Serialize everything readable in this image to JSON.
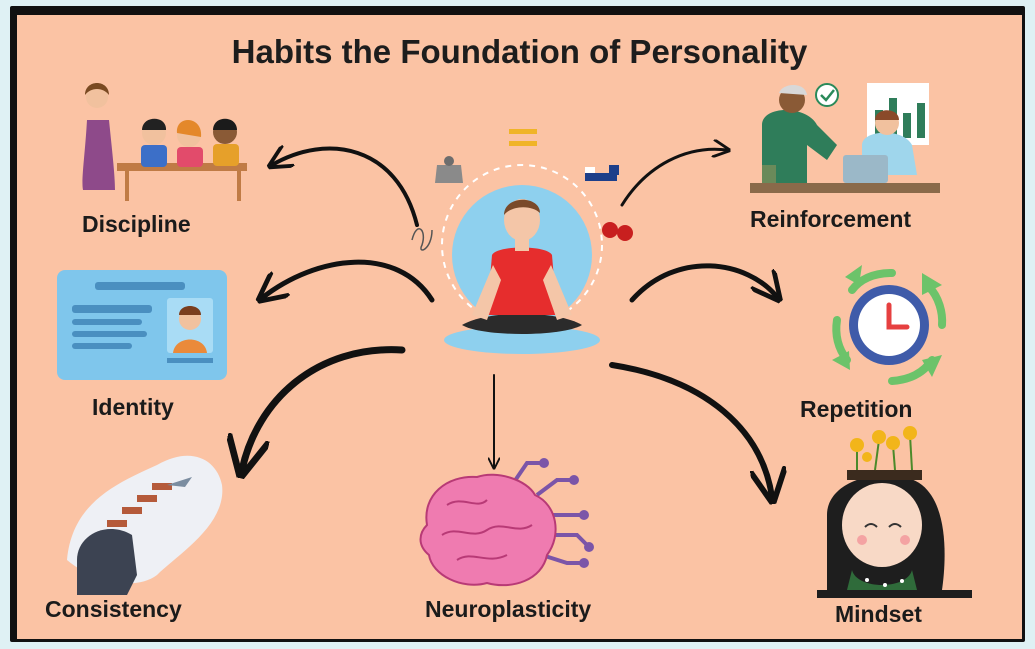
{
  "diagram": {
    "title": "Habits the Foundation of Personality",
    "center": {
      "icon": "meditating-person-icon"
    },
    "nodes": [
      {
        "id": "discipline",
        "label": "Discipline",
        "icon": "teacher-classroom-icon"
      },
      {
        "id": "identity",
        "label": "Identity",
        "icon": "id-card-icon"
      },
      {
        "id": "consistency",
        "label": "Consistency",
        "icon": "stairs-head-icon"
      },
      {
        "id": "neuroplasticity",
        "label": "Neuroplasticity",
        "icon": "brain-circuit-icon"
      },
      {
        "id": "mindset",
        "label": "Mindset",
        "icon": "flower-girl-icon"
      },
      {
        "id": "repetition",
        "label": "Repetition",
        "icon": "clock-cycle-icon"
      },
      {
        "id": "reinforcement",
        "label": "Reinforcement",
        "icon": "meeting-chart-icon"
      }
    ],
    "colors": {
      "background": "#fbc3a4",
      "frame": "#111111",
      "arrow": "#111111",
      "aura": "#8ed0ee",
      "shirt": "#e62d2d",
      "brain": "#ef7bb0",
      "clock": "#3f5ba9",
      "cycle_arrows": "#6cc36a"
    }
  }
}
